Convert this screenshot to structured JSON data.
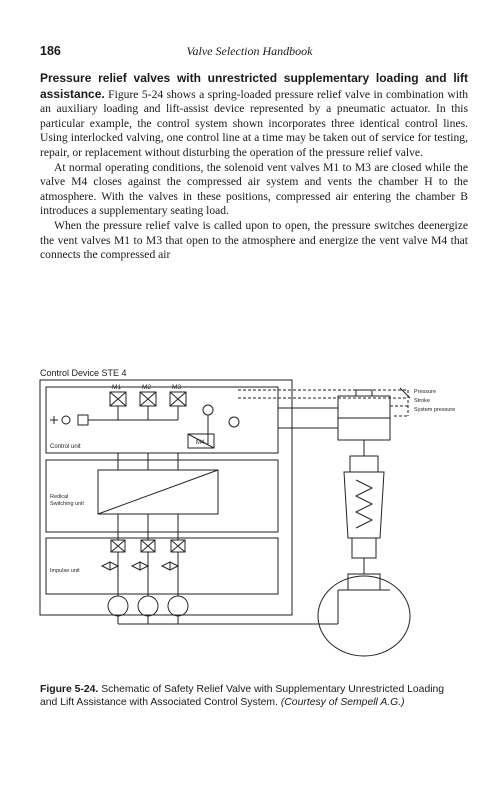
{
  "header": {
    "page_number": "186",
    "running_title": "Valve Selection Handbook"
  },
  "body": {
    "p1_lead": "Pressure relief valves with unrestricted supplementary loading and lift assistance.",
    "p1_text": " Figure 5-24 shows a spring-loaded pressure relief valve in combination with an auxiliary loading and lift-assist device represented by a pneumatic actuator. In this particular example, the control system shown incorporates three identical control lines. Using interlocked valving, one control line at a time may be taken out of service for testing, repair, or replacement without disturbing the operation of the pressure relief valve.",
    "p2": "At normal operating conditions, the solenoid vent valves M1 to M3 are closed while the valve M4 closes against the compressed air system and vents the chamber H to the atmosphere. With the valves in these positions, compressed air entering the chamber B introduces a supplementary seating load.",
    "p3": "When the pressure relief valve is called upon to open, the pressure switches deenergize the vent valves M1 to M3 that open to the atmosphere and energize the vent valve M4 that connects the compressed air"
  },
  "figure": {
    "title": "Control Device STE 4",
    "labels": {
      "m1": "M1",
      "m2": "M2",
      "m3": "M3",
      "m4": "M4",
      "control_unit": "Control unit",
      "switching_unit": "Switching unit",
      "switching_unit_prefix": "Redical",
      "impulse_unit": "Impulse unit",
      "pressure": "Pressure",
      "stroke": "Stroke",
      "system_pressure": "System pressure"
    }
  },
  "caption": {
    "label": "Figure 5-24.",
    "text": " Schematic of Safety Relief Valve with Supplementary Unrestricted Loading and Lift Assistance with Associated Control System. ",
    "credit": "(Courtesy of Sempell A.G.)"
  }
}
